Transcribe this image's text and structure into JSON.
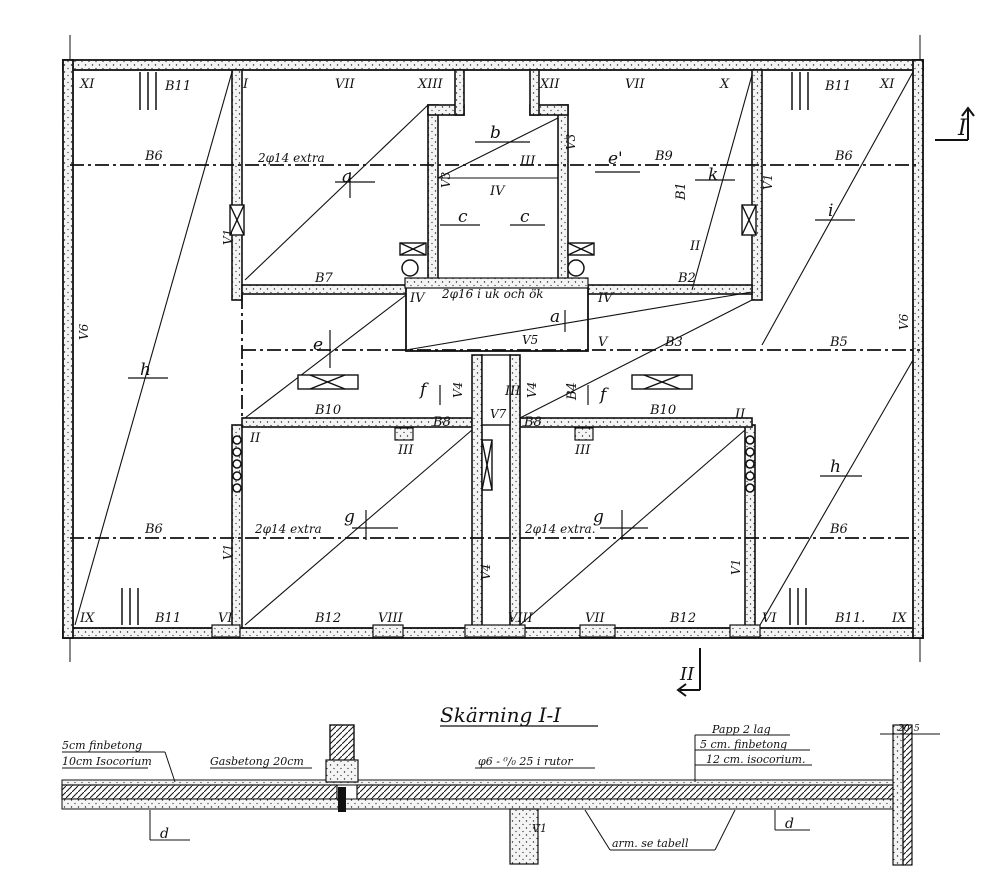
{
  "section_title": "Skärning I-I",
  "section_mark_top": "I",
  "section_mark_bottom": "II",
  "beams": {
    "b11_tl": "B11",
    "b11_tr": "B11",
    "b11_bl": "B11",
    "b11_br": "B11.",
    "b6_l": "B6",
    "b6_r": "B6",
    "b6_bl": "B6",
    "b6_br": "B6",
    "b9": "B9",
    "b7": "B7",
    "b2": "B2",
    "b3": "B3",
    "b5": "B5",
    "b10_l": "B10",
    "b10_r": "B10",
    "b8_l": "B8",
    "b8_r": "B8",
    "b12_l": "B12",
    "b12_r": "B12",
    "b1": "B1",
    "b4": "B4"
  },
  "walls": {
    "v6_l": "V6",
    "v6_r": "V6",
    "v1_a": "V1",
    "v1_b": "V1",
    "v1_c": "V1",
    "v1_d": "V1",
    "v3_a": "V3",
    "v3_b": "V3",
    "v5": "V5",
    "v4_a": "V4",
    "v4_b": "V4",
    "v4_c": "V4",
    "v7": "V7",
    "v1_sec": "V1"
  },
  "reinforcement": {
    "extra_tl": "2φ14 extra",
    "extra_bl": "2φ14 extra",
    "extra_br": "2φ14 extra.",
    "center": "2φ16 i uk och ök"
  },
  "spans": {
    "a_l": "a",
    "a_c": "a",
    "b": "b",
    "c_l": "c",
    "c_r": "c",
    "e": "e",
    "e_prime": "e'",
    "f_l": "f",
    "f_r": "f",
    "g_l": "g",
    "g_r": "g",
    "h_l": "h",
    "h_r": "h",
    "i": "i",
    "k": "k"
  },
  "roman": {
    "tl1": "XI",
    "tl2": "I",
    "tl3": "VII",
    "tl4": "XIII",
    "tr1": "XII",
    "tr2": "VII",
    "tr3": "X",
    "tr4": "XI",
    "mid_l": "IV",
    "mid_r": "IV",
    "v_right": "V",
    "ii_l": "II",
    "ii_r": "II",
    "iii_l": "III",
    "iii_r": "III",
    "bl1": "IX",
    "bl2": "VI",
    "bl3": "VIII",
    "br1": "VIII",
    "br2": "VII",
    "br3": "VI",
    "br4": "IX",
    "iii_core": "III",
    "ii_core": "II",
    "iv_core": "IV",
    "iii_top": "III"
  },
  "section_notes": {
    "l1": "5cm finbetong",
    "l2": "10cm Isocorium",
    "l3": "Gasbetong 20cm",
    "l4": "φ6 - ⁰/₀ 25 i rutor",
    "r1": "Papp 2 lag",
    "r2": "5 cm. finbetong",
    "r3": "12 cm. isocorium.",
    "d_l": "d",
    "d_r": "d",
    "arm": "arm. se tabell",
    "dim1": "20",
    "dim2": "5"
  }
}
